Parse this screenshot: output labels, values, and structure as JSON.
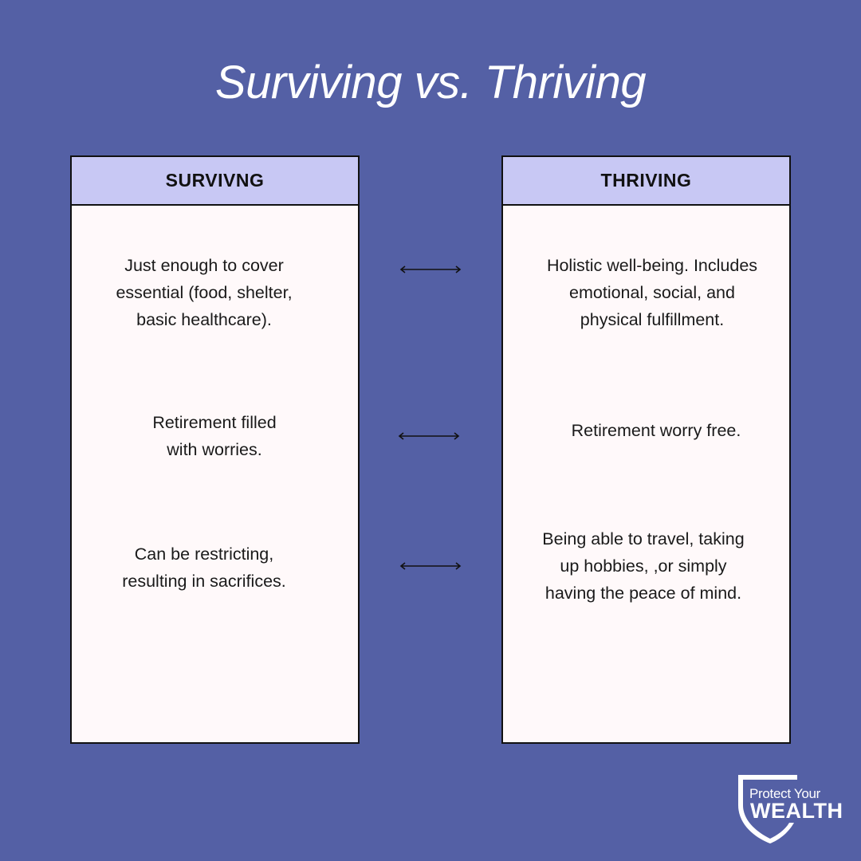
{
  "title": "Surviving vs. Thriving",
  "left": {
    "header": "SURVIVNG",
    "items": [
      "Just enough to cover\nessential (food, shelter,\nbasic healthcare).",
      "Retirement filled\nwith worries.",
      "Can be restricting,\nresulting in sacrifices."
    ]
  },
  "right": {
    "header": "THRIVING",
    "items": [
      "Holistic well-being. Includes\nemotional, social, and\nphysical fulfillment.",
      "Retirement worry free.",
      "Being able to travel, taking\nup  hobbies, ,or simply\nhaving the peace of mind."
    ]
  },
  "logo": {
    "line1": "Protect Your",
    "line2": "WEALTH",
    "icon": "shield-icon"
  },
  "colors": {
    "background": "#5460A5",
    "header_fill": "#C8C8F4",
    "panel_fill": "#FFF9FA"
  }
}
